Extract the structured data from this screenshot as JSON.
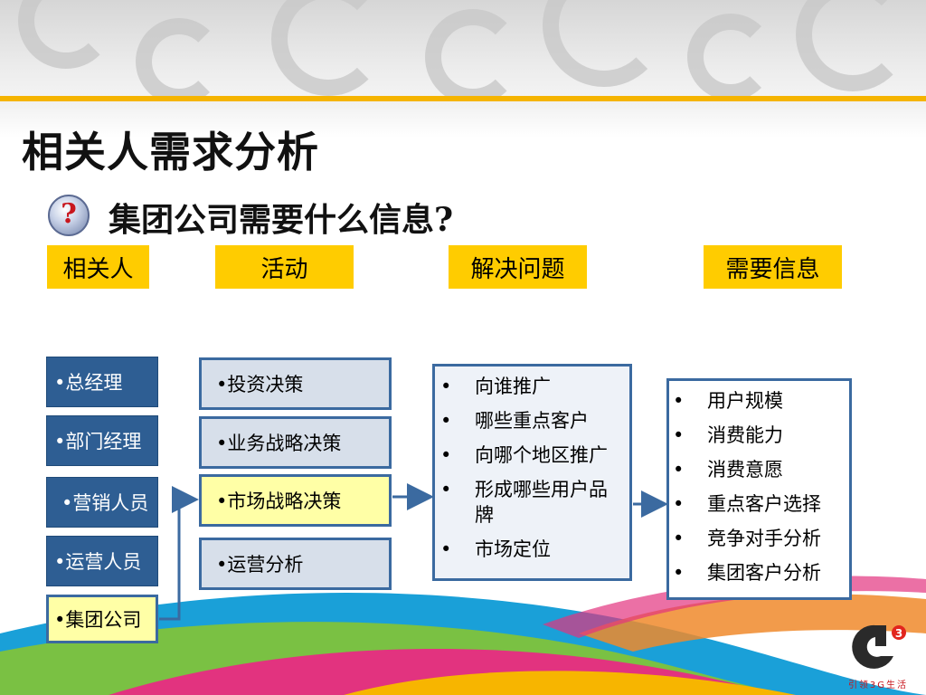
{
  "title": "相关人需求分析",
  "subtitle": "集团公司需要什么信息?",
  "columns": [
    "相关人",
    "活动",
    "解决问题",
    "需要信息"
  ],
  "people": [
    "•总经理",
    "•部门经理",
    "•营销人员",
    "•运营人员",
    "•集团公司"
  ],
  "activities": [
    "•投资决策",
    "•业务战略决策",
    "•市场战略决策",
    "•运营分析"
  ],
  "problems": [
    "向谁推广",
    "哪些重点客户",
    "向哪个地区推广",
    "形成哪些用户品牌",
    "市场定位"
  ],
  "info_needed": [
    "用户规模",
    "消费能力",
    "消费意愿",
    "重点客户选择",
    "竞争对手分析",
    "集团客户分析"
  ],
  "logo_tagline": "引领3G生活",
  "colors": {
    "header_gold": "#ffcc00",
    "box_blue": "#2e5e93",
    "highlight": "#ffffa6",
    "border": "#3b6aa0"
  }
}
